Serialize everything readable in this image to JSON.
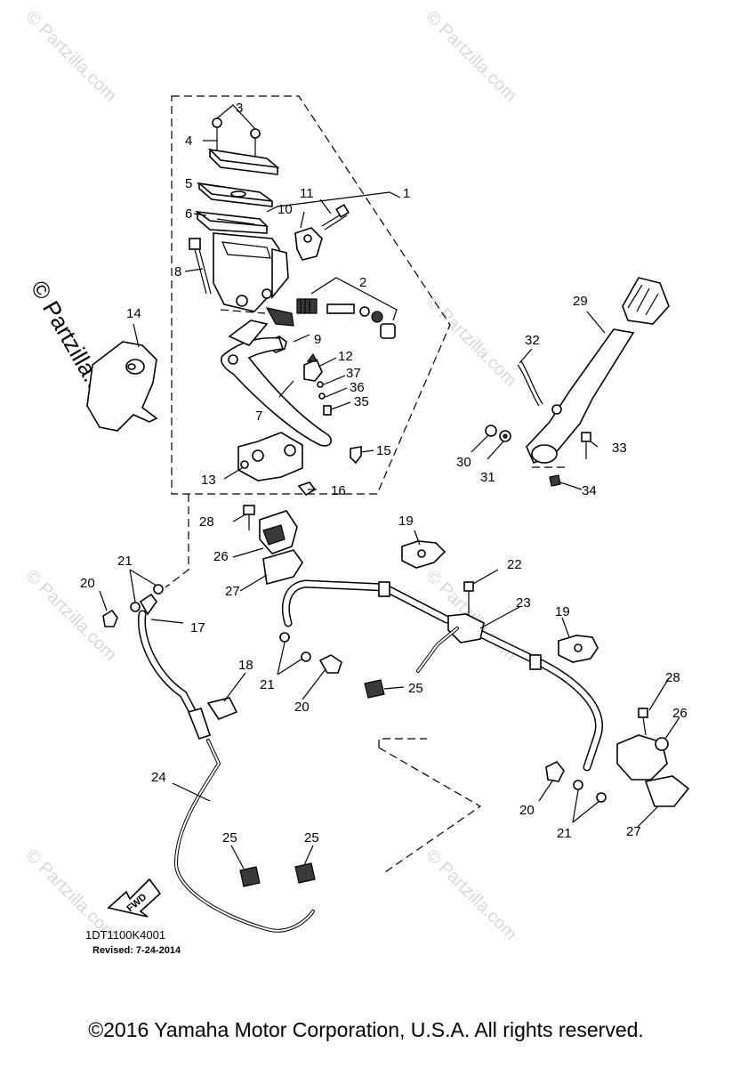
{
  "diagram": {
    "callouts": [
      "1",
      "2",
      "3",
      "4",
      "5",
      "6",
      "7",
      "8",
      "9",
      "10",
      "11",
      "12",
      "13",
      "14",
      "15",
      "16",
      "17",
      "18",
      "19",
      "19",
      "20",
      "20",
      "20",
      "21",
      "21",
      "21",
      "22",
      "23",
      "24",
      "25",
      "25",
      "25",
      "26",
      "26",
      "27",
      "27",
      "28",
      "28",
      "29",
      "30",
      "31",
      "32",
      "33",
      "34",
      "35",
      "36",
      "37"
    ],
    "fwd_label": "FWD",
    "diagram_code": "1DT1100K4001",
    "revised": "Revised: 7-24-2014",
    "copyright": "©2016  Yamaha Motor Corporation, U.S.A. All rights reserved."
  },
  "watermark": {
    "text": "© Partzilla.com",
    "color": "#d8d8d8"
  }
}
